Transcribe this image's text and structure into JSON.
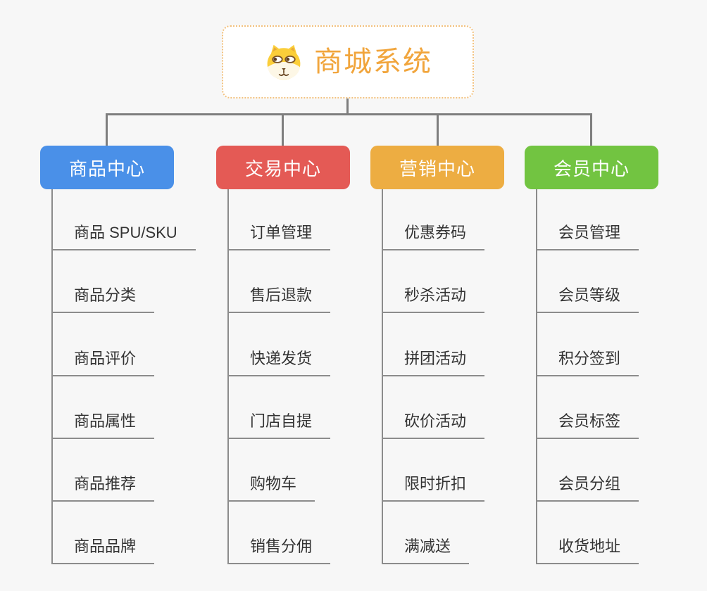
{
  "canvas": {
    "background": "#f7f7f7",
    "connector_color": "#7e7e7e",
    "branch_line_color": "#8c8c8c",
    "leaf_text_color": "#333333"
  },
  "root": {
    "title": "商城系统",
    "icon": "dog-face",
    "title_color": "#f1a53c",
    "border_color": "#f2c17e",
    "background": "#ffffff"
  },
  "branches": [
    {
      "label": "商品中心",
      "color": "#4a90e8",
      "children": [
        "商品 SPU/SKU",
        "商品分类",
        "商品评价",
        "商品属性",
        "商品推荐",
        "商品品牌"
      ]
    },
    {
      "label": "交易中心",
      "color": "#e45a55",
      "children": [
        "订单管理",
        "售后退款",
        "快递发货",
        "门店自提",
        "购物车",
        "销售分佣"
      ]
    },
    {
      "label": "营销中心",
      "color": "#edad42",
      "children": [
        "优惠券码",
        "秒杀活动",
        "拼团活动",
        "砍价活动",
        "限时折扣",
        "满减送"
      ]
    },
    {
      "label": "会员中心",
      "color": "#72c441",
      "children": [
        "会员管理",
        "会员等级",
        "积分签到",
        "会员标签",
        "会员分组",
        "收货地址"
      ]
    }
  ]
}
